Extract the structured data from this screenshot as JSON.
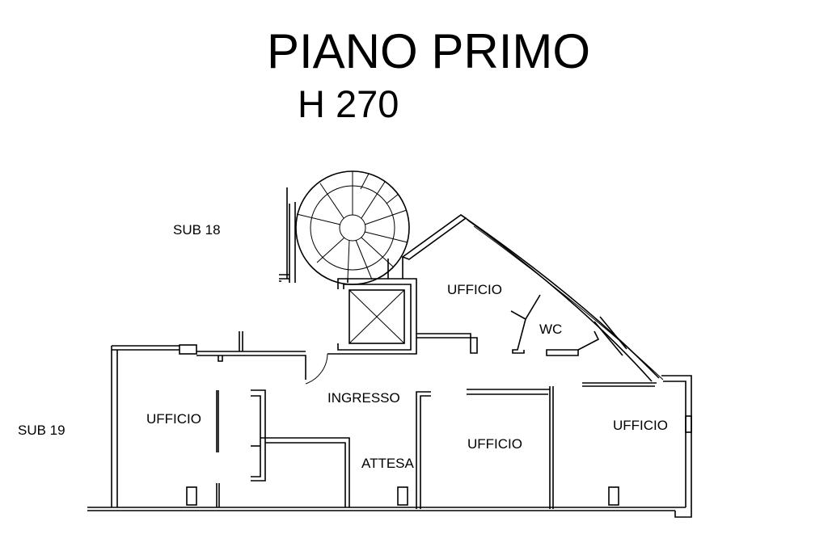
{
  "title": "PIANO PRIMO",
  "subtitle": "H 270",
  "neighbors": {
    "top_left": "SUB 18",
    "left": "SUB 19"
  },
  "rooms": [
    {
      "name": "UFFICIO"
    },
    {
      "name": "WC"
    },
    {
      "name": "INGRESSO"
    },
    {
      "name": "UFFICIO"
    },
    {
      "name": "UFFICIO"
    },
    {
      "name": "ATTESA"
    },
    {
      "name": "UFFICIO"
    }
  ]
}
